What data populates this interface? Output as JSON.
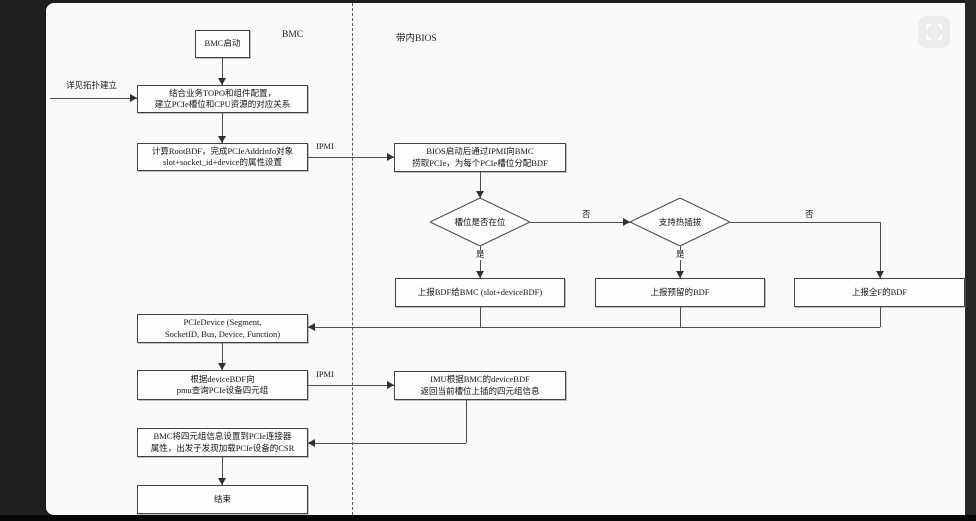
{
  "lanes": {
    "left": "BMC",
    "right": "带内BIOS"
  },
  "nodes": {
    "bmc_start": "BMC启动",
    "topo": "结合业务TOPO和组件配置，\n建立PCIe槽位和CPU资源的对应关系",
    "rootbdf": "计算RootBDF，完成PCIeAddrInfo对象\nslot+socket_id+device的属性设置",
    "bios_start": "BIOS启动后通过IPMI向BMC\n捞取PCIe，为每个PCIe槽位分配BDF",
    "slot_present": "槽位是否在位",
    "hotplug": "支持热插拔",
    "report_device_bdf": "上报BDF给BMC (slot+deviceBDF)",
    "report_reserved_bdf": "上报预留的BDF",
    "report_allf_bdf": "上报全F的BDF",
    "pcie_device": "PCIeDevice (Segment,\nSocketID, Bus, Device, Function)",
    "query_quad": "根据deviceBDF向\npmu查询PCIe设备四元组",
    "imu_return": "IMU根据BMC的deviceBDF\n返回当前槽位上插的四元组信息",
    "set_csr": "BMC将四元组信息设置到PCIe连接器\n属性，出发子发现加载PCIe设备的CSR",
    "end": "结束"
  },
  "edge_labels": {
    "see_topo": "详见拓扑建立",
    "ipmi_top": "IPMI",
    "no_1": "否",
    "no_2": "否",
    "yes_1": "是",
    "yes_2": "是",
    "ipmi_bottom": "IPMI"
  },
  "colors": {
    "canvas": "#fafafa",
    "line": "#4f4f4f",
    "border": "#424242",
    "viewer_bg": "#1e1e1e"
  }
}
